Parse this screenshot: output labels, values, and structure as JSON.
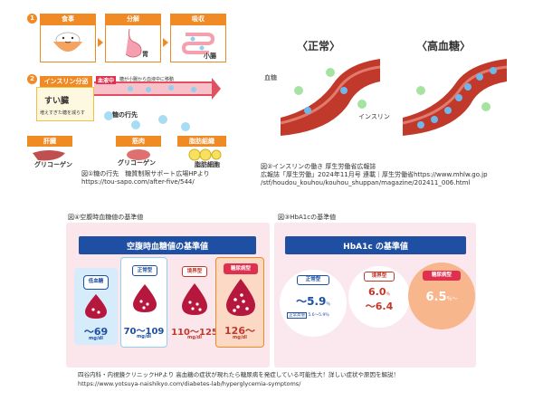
{
  "fig1": {
    "step1_num": "1",
    "step2_num": "2",
    "boxes": {
      "eat": "食事",
      "digest": "分解",
      "absorb": "吸収"
    },
    "labels": {
      "stomach": "胃",
      "intestine": "小腸"
    },
    "insulin_label": "インスリン分泌",
    "pancreas_label": "すい臓",
    "pancreas_note": "増えすぎた糖を減らす",
    "blood_tag": "血液中",
    "blood_note": "糖が小腸から血液中に移動",
    "sugar_dest": "糖の行先",
    "destinations": {
      "liver": "肝臓",
      "muscle": "筋肉",
      "fat": "脂肪組織"
    },
    "stores": {
      "glycogen1": "グリコーゲン",
      "glycogen2": "グリコーゲン",
      "fat_cell": "脂肪細胞"
    },
    "caption_line1": "図①糖の行先　糖質制限サポート広場HPより",
    "caption_line2": "https://tou-sapo.com/after-five/544/"
  },
  "fig2": {
    "normal_title": "〈正常〉",
    "high_title": "〈高血糖〉",
    "vessel_label": "血糖",
    "insulin_label": "インスリン",
    "caption_line1": "図②インスリンの働き 厚生労働省広報誌",
    "caption_line2": "広報誌「厚生労働」2024年11月号 連載｜厚生労働省https://www.mhlw.go.jp",
    "caption_line3": "/stf/houdou_kouhou/kouhou_shuppan/magazine/202411_006.html"
  },
  "fig4": {
    "kicker": "図④空腹時血糖値の基準値",
    "title": "空腹時血糖値の基準値",
    "cards": [
      {
        "tag": "低血糖",
        "value": "～69",
        "unit": "mg/dl"
      },
      {
        "tag": "正常型",
        "value": "70～109",
        "unit": "mg/dl"
      },
      {
        "tag": "境界型",
        "value": "110～125",
        "unit": "mg/dl"
      },
      {
        "tag": "糖尿病型",
        "value": "126～",
        "unit": "mg/dl"
      }
    ]
  },
  "fig3": {
    "kicker": "図③HbA1cの基準値",
    "title": "HbA1c の基準値",
    "normal": {
      "tag": "正常型",
      "value": "～5.9",
      "unit": "％",
      "range_label": "正常高値",
      "range_value": "5.6～5.9％"
    },
    "border": {
      "tag": "境界型",
      "value1": "6.0",
      "value2": "～6.4",
      "unit": "％"
    },
    "diabetic": {
      "tag": "糖尿病型",
      "value": "6.5",
      "unit": "％～"
    }
  },
  "footer": {
    "line1": "四谷内科・内視鏡クリニックHPより 高血糖の症状が現れたら糖尿病を発症している可能性大！詳しい症状や原因を解説！",
    "line2": "https://www.yotsuya-naishikyo.com/diabetes-lab/hyperglycemia-symptoms/"
  },
  "colors": {
    "orange": "#f08a24",
    "navy": "#1e4fa3",
    "drop_red": "#b5173d",
    "fig4_bg": "#fbe6ec",
    "fig3_bg": "#fbe8ee"
  }
}
